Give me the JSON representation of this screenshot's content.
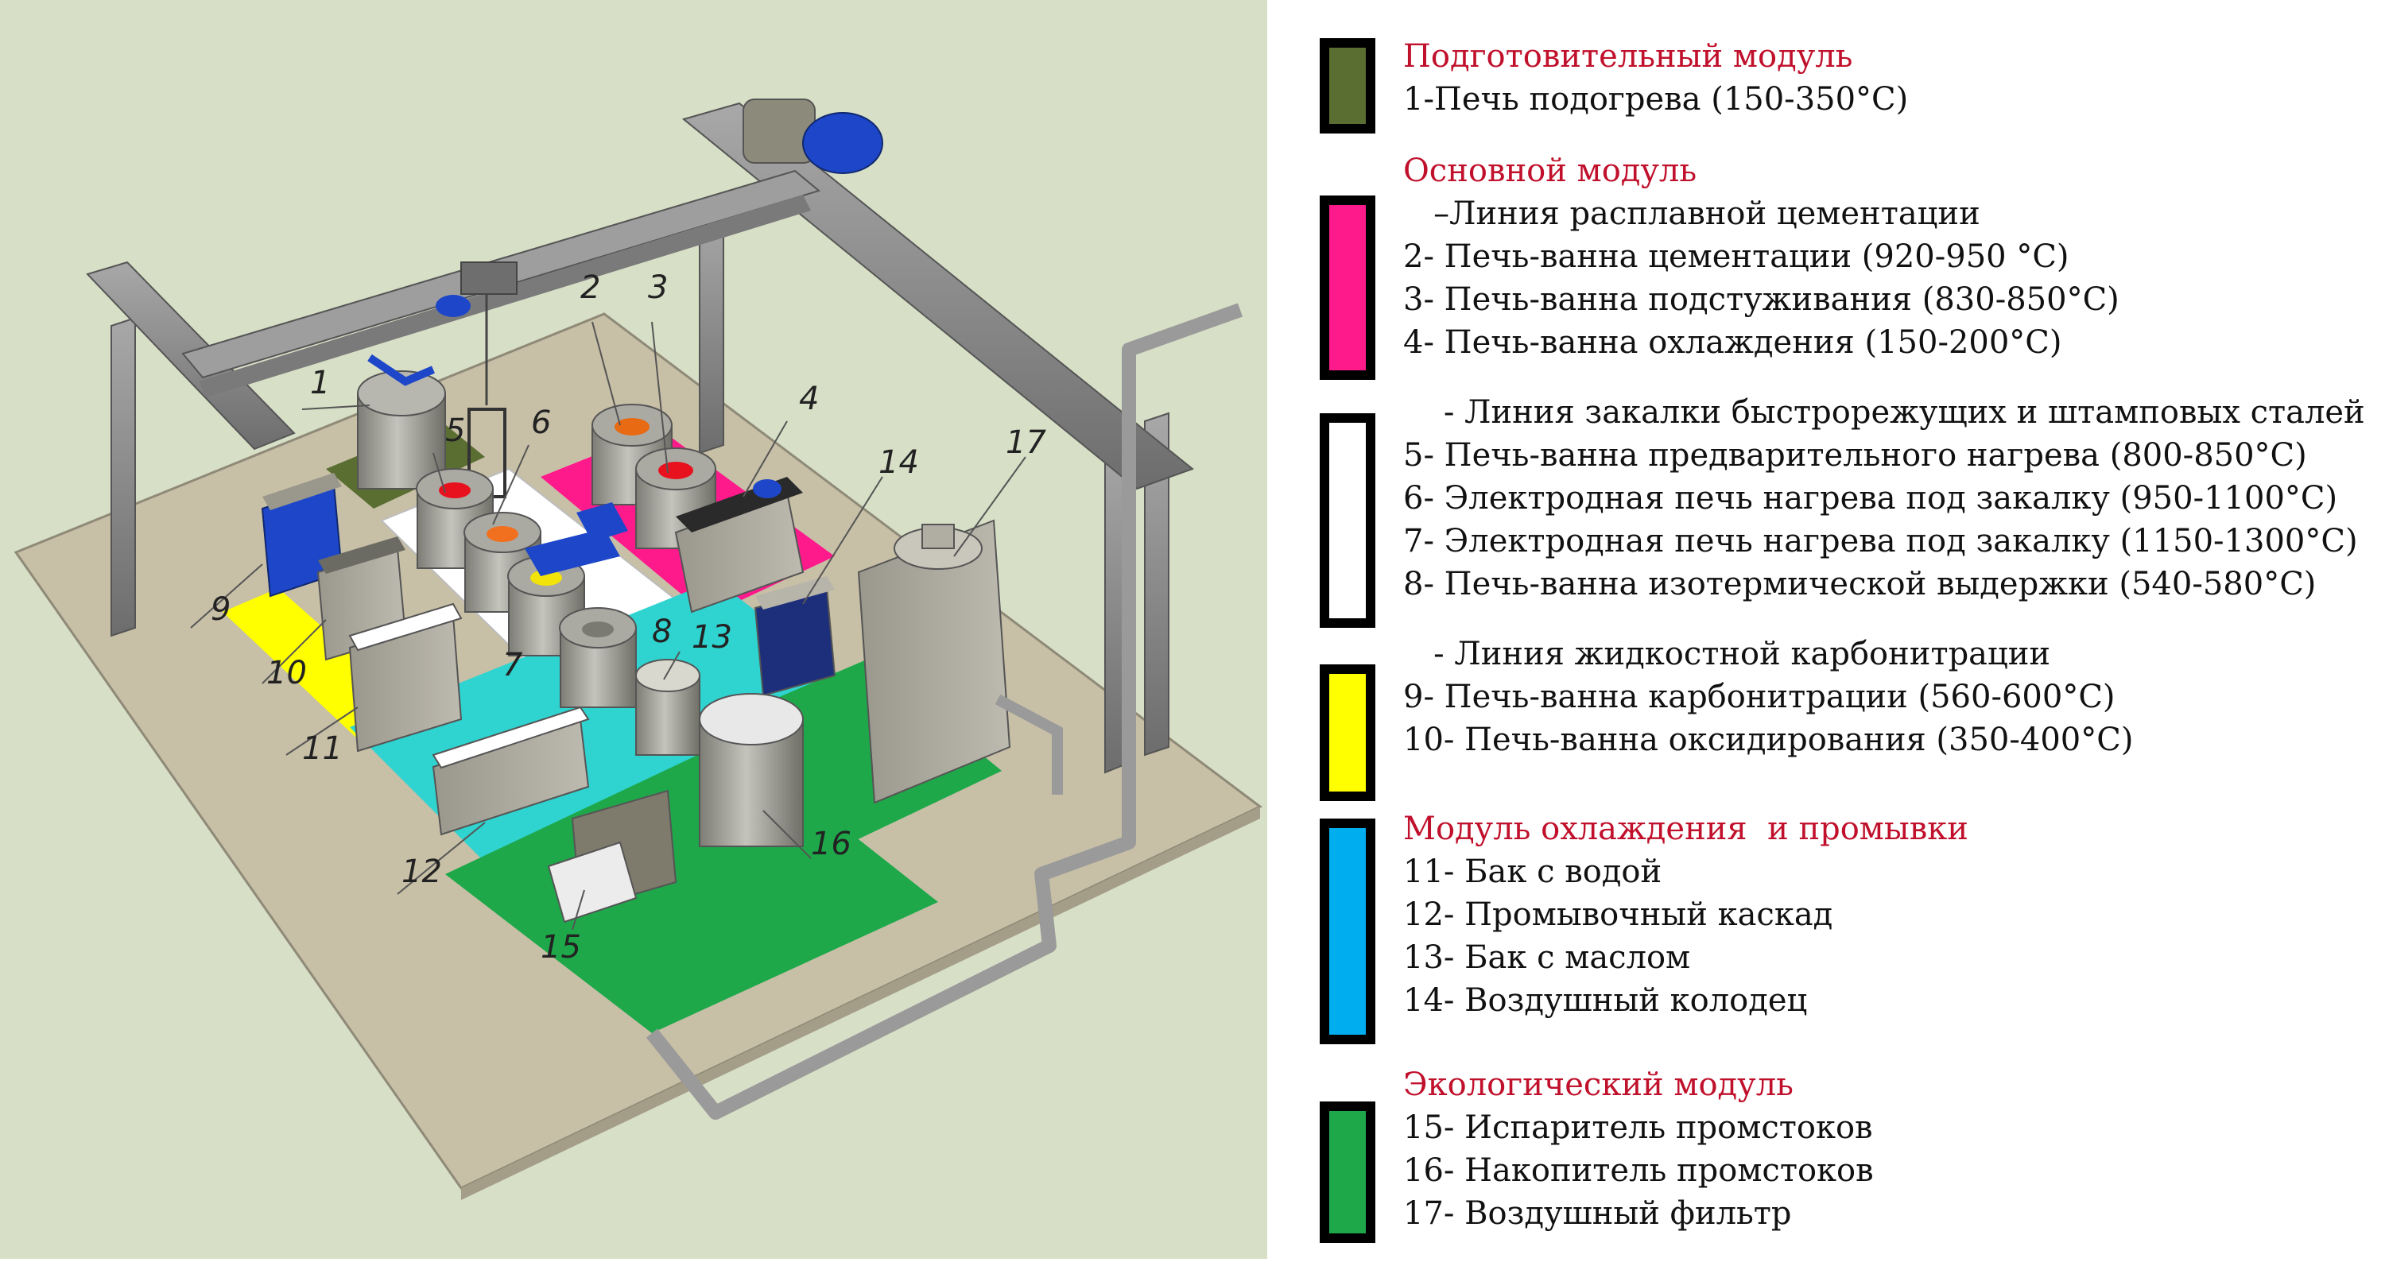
{
  "colors": {
    "background": "#d7dfc6",
    "floor": "#c7bfa6",
    "heading_text": "#c0102b",
    "prep_module": "#5a6e32",
    "cementation_line": "#ff1a8c",
    "hardening_line": "#ffffff",
    "carbonitration_line": "#ffff00",
    "cooling_module": "#00aef0",
    "ecology_module": "#1ea84a"
  },
  "diagram": {
    "labels": [
      "1",
      "2",
      "3",
      "4",
      "5",
      "6",
      "7",
      "8",
      "9",
      "10",
      "11",
      "12",
      "13",
      "14",
      "15",
      "16",
      "17"
    ]
  },
  "legend": [
    {
      "color": "#5a6e32",
      "lines": [
        {
          "text": "Подготовительный модуль",
          "head": true
        },
        {
          "text": "1-Печь подогрева (150-350°C)"
        }
      ]
    },
    {
      "color": "#ff1a8c",
      "lines": [
        {
          "text": "Основной модуль",
          "head": true
        },
        {
          "text": "   –Линия расплавной цементации"
        },
        {
          "text": "2- Печь-ванна цементации (920-950 °C)"
        },
        {
          "text": "3- Печь-ванна подстуживания (830-850°C)"
        },
        {
          "text": "4- Печь-ванна охлаждения (150-200°C)"
        }
      ]
    },
    {
      "color": "#ffffff",
      "lines": [
        {
          "text": "    - Линия закалки быстрорежущих и штамповых сталей"
        },
        {
          "text": "5- Печь-ванна предварительного нагрева (800-850°C)"
        },
        {
          "text": "6- Электродная печь нагрева под закалку (950-1100°C)"
        },
        {
          "text": "7- Электродная печь нагрева под закалку (1150-1300°C)"
        },
        {
          "text": "8- Печь-ванна изотермической выдержки (540-580°C)"
        }
      ]
    },
    {
      "color": "#ffff00",
      "lines": [
        {
          "text": "   - Линия жидкостной карбонитрации"
        },
        {
          "text": "9- Печь-ванна карбонитрации (560-600°C)"
        },
        {
          "text": "10- Печь-ванна оксидирования (350-400°C)"
        }
      ]
    },
    {
      "color": "#00aef0",
      "lines": [
        {
          "text": "Модуль охлаждения  и промывки",
          "head": true
        },
        {
          "text": "11- Бак с водой"
        },
        {
          "text": "12- Промывочный каскад"
        },
        {
          "text": "13- Бак с маслом"
        },
        {
          "text": "14- Воздушный колодец"
        }
      ]
    },
    {
      "color": "#1ea84a",
      "lines": [
        {
          "text": "Экологический модуль",
          "head": true
        },
        {
          "text": "15- Испаритель промстоков"
        },
        {
          "text": "16- Накопитель промстоков"
        },
        {
          "text": "17- Воздушный фильтр"
        }
      ]
    }
  ]
}
